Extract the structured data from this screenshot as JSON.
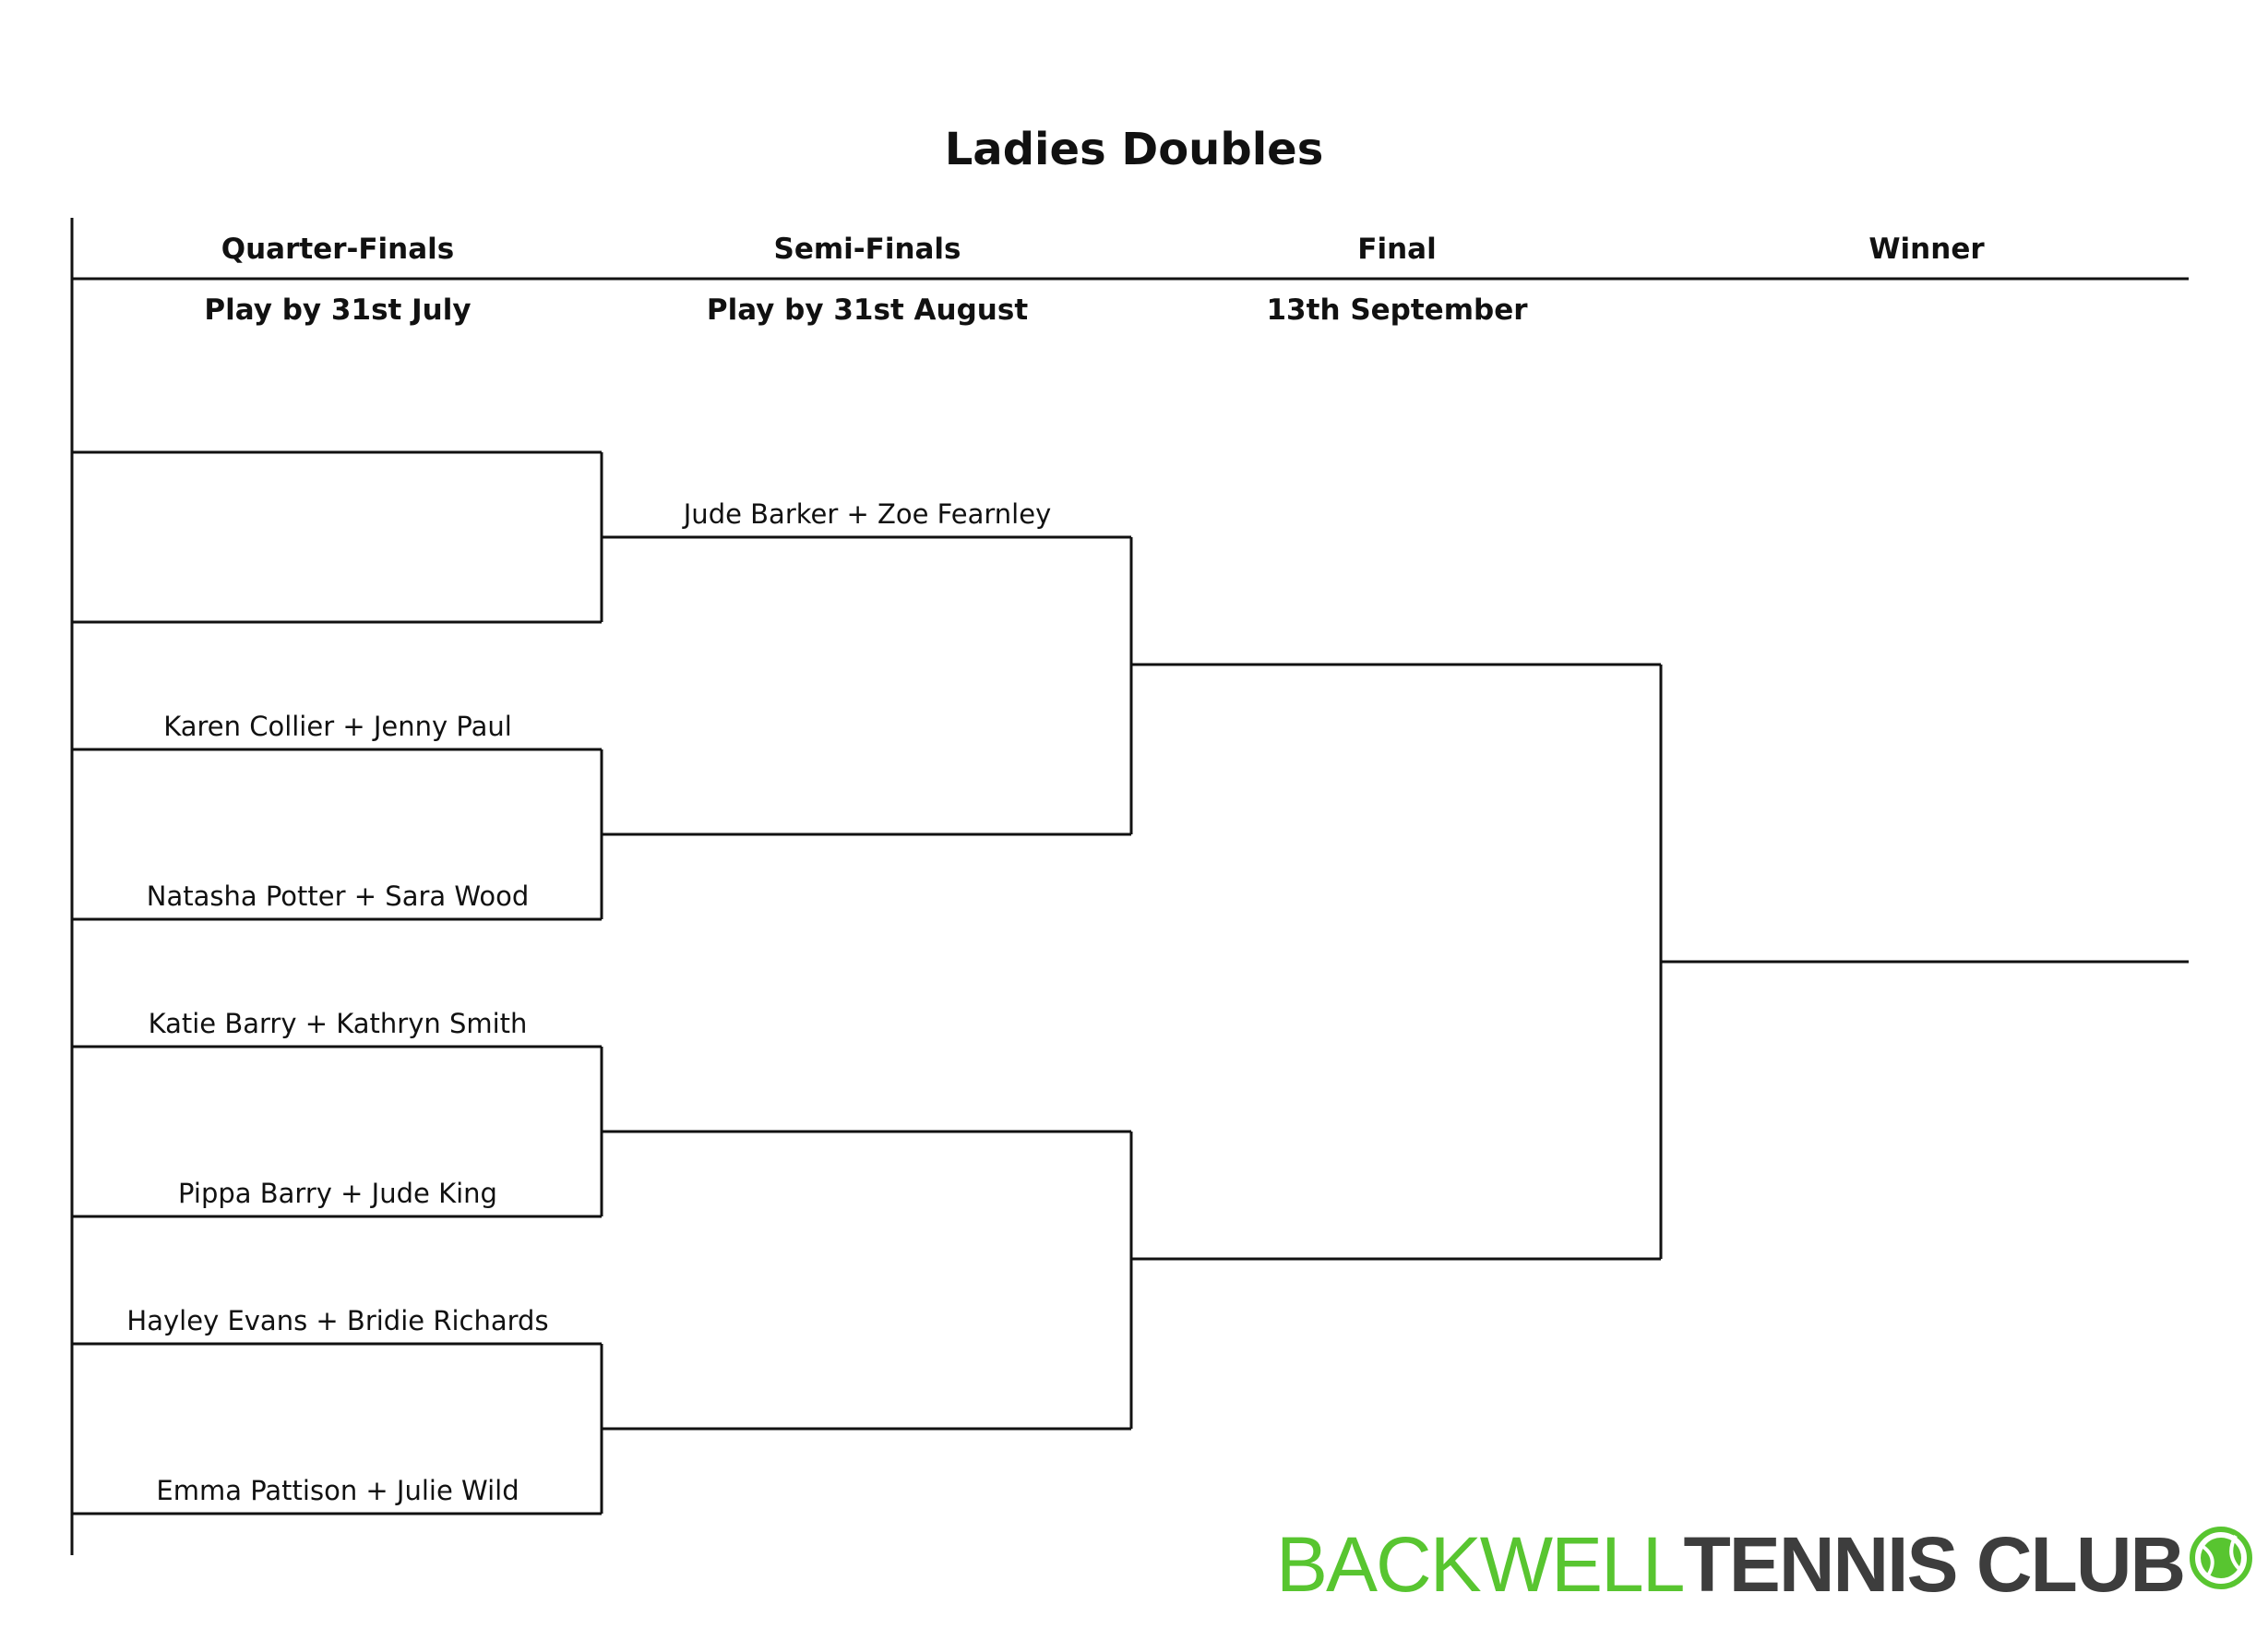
{
  "title": "Ladies Doubles",
  "rounds": [
    {
      "name": "Quarter-Finals",
      "deadline": "Play by 31st July"
    },
    {
      "name": "Semi-Finals",
      "deadline": "Play by 31st August"
    },
    {
      "name": "Final",
      "deadline": "13th September"
    },
    {
      "name": "Winner",
      "deadline": ""
    }
  ],
  "quarter_finals": [
    {
      "top": "",
      "bottom": ""
    },
    {
      "top": "Karen Collier + Jenny Paul",
      "bottom": "Natasha Potter + Sara Wood"
    },
    {
      "top": "Katie Barry + Kathryn Smith",
      "bottom": "Pippa Barry + Jude King"
    },
    {
      "top": "Hayley Evans + Bridie Richards",
      "bottom": "Emma Pattison + Julie Wild"
    }
  ],
  "semi_finals": [
    {
      "top": "Jude Barker + Zoe Fearnley",
      "bottom": ""
    },
    {
      "top": "",
      "bottom": ""
    }
  ],
  "final": {
    "top": "",
    "bottom": ""
  },
  "winner": "",
  "logo": {
    "part1": "BACKWELL",
    "part2": "TENNIS CLUB",
    "green": "#58c530",
    "dark": "#3d3d3d",
    "icon": "tennis-ball-icon"
  }
}
